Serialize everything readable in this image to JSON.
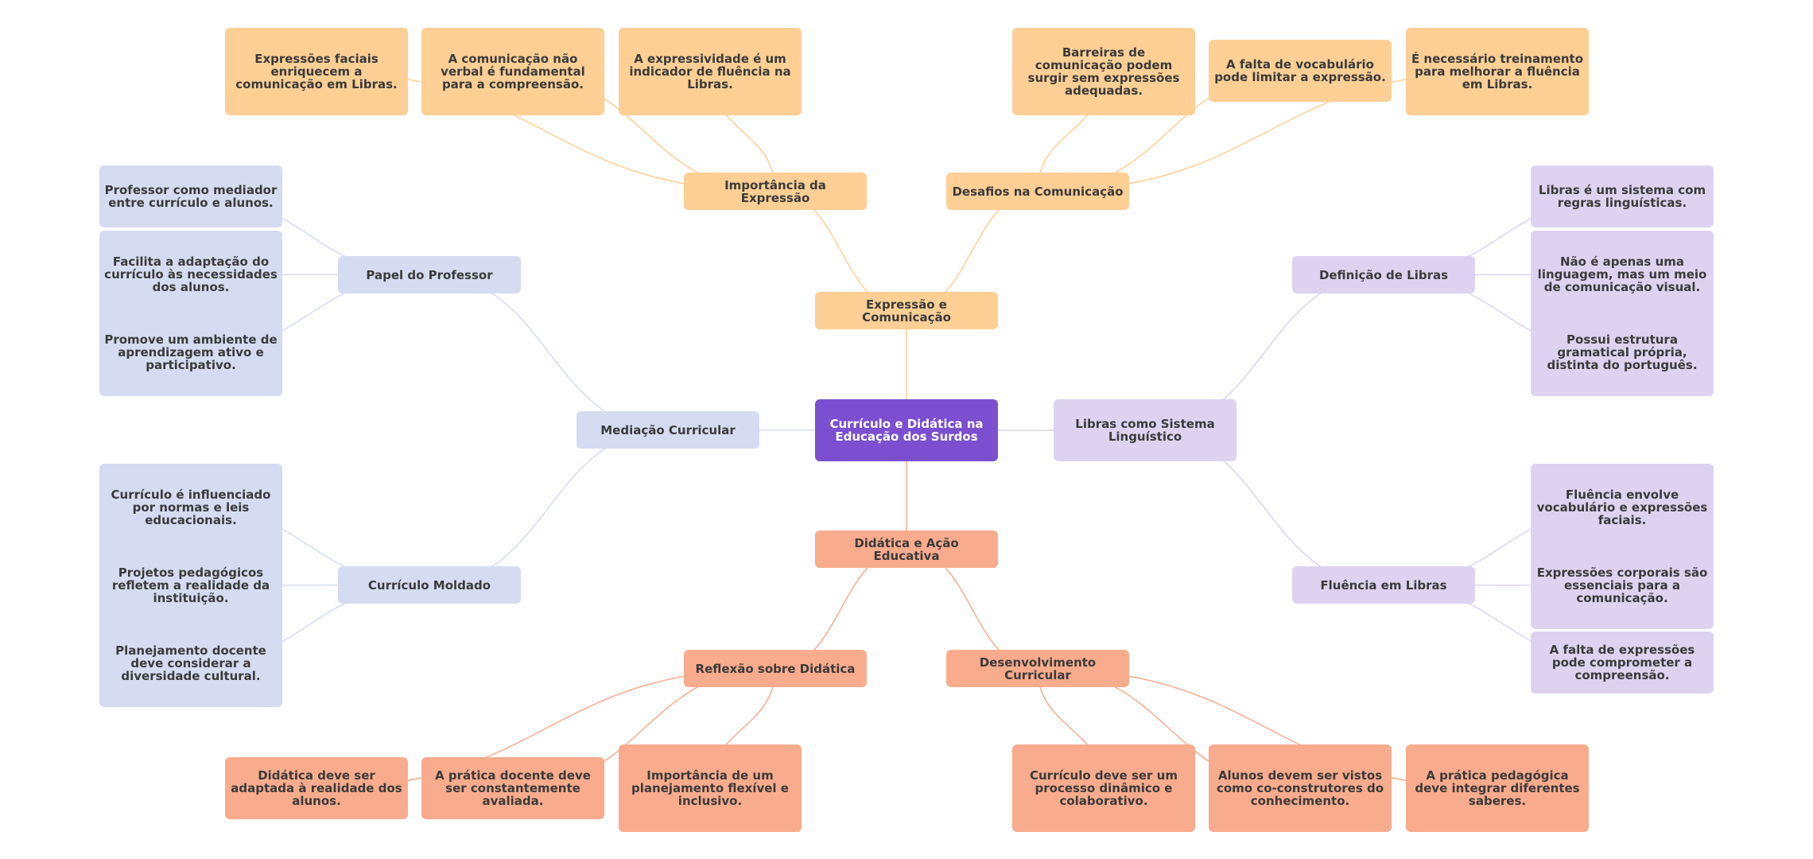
{
  "colors": {
    "root": "#7b4fcf",
    "expressao": "#fdcf95",
    "didatica": "#f9ab8d",
    "mediacao": "#d5dcf1",
    "libras": "#ddd3f0",
    "link_expressao": "#fdcf95",
    "link_didatica": "#f9ab8d",
    "link_mediacao": "#d5dcf1",
    "link_libras": "#ddd3f0"
  },
  "root": "Currículo e Didática na Educação dos Surdos",
  "branches": {
    "expressao": "Expressão e Comunicação",
    "didatica": "Didática e Ação Educativa",
    "mediacao": "Mediação Curricular",
    "libras": "Libras como Sistema Linguístico"
  },
  "topics": {
    "importancia": "Importância da Expressão",
    "desafios": "Desafios na Comunicação",
    "reflexao": "Reflexão sobre Didática",
    "desenvolvimento": "Desenvolvimento Curricular",
    "papel": "Papel do Professor",
    "moldado": "Currículo Moldado",
    "definicao": "Definição de Libras",
    "fluencia": "Fluência em Libras"
  },
  "leaves": {
    "importancia": [
      "Expressões faciais enriquecem a comunicação em Libras.",
      "A comunicação não verbal é fundamental para a compreensão.",
      "A expressividade é um indicador de fluência na Libras."
    ],
    "desafios": [
      "Barreiras de comunicação podem surgir sem expressões adequadas.",
      "A falta de vocabulário pode limitar a expressão.",
      "É necessário treinamento para melhorar a fluência em Libras."
    ],
    "reflexao": [
      "Didática deve ser adaptada à realidade dos alunos.",
      "A prática docente deve ser constantemente avaliada.",
      "Importância de um planejamento flexível e inclusivo."
    ],
    "desenvolvimento": [
      "Currículo deve ser um processo dinâmico e colaborativo.",
      "Alunos devem ser vistos como co-construtores do conhecimento.",
      "A prática pedagógica deve integrar diferentes saberes."
    ],
    "papel": [
      "Professor como mediador entre currículo e alunos.",
      "Facilita a adaptação do currículo às necessidades dos alunos.",
      "Promove um ambiente de aprendizagem ativo e participativo."
    ],
    "moldado": [
      "Currículo é influenciado por normas e leis educacionais.",
      "Projetos pedagógicos refletem a realidade da instituição.",
      "Planejamento docente deve considerar a diversidade cultural."
    ],
    "definicao": [
      "Libras é um sistema com regras linguísticas.",
      "Não é apenas uma linguagem, mas um meio de comunicação visual.",
      "Possui estrutura gramatical própria, distinta do português."
    ],
    "fluencia": [
      "Fluência envolve vocabulário e expressões faciais.",
      "Expressões corporais são essenciais para a comunicação.",
      "A falta de expressões pode comprometer a compreensão."
    ]
  }
}
